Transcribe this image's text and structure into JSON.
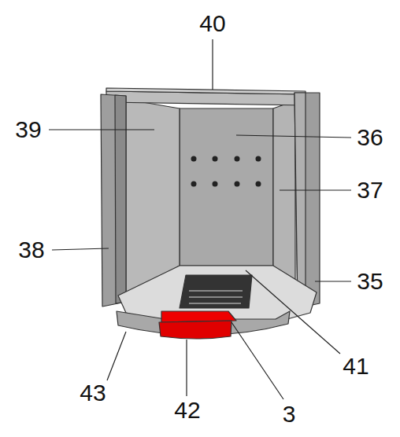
{
  "diagram": {
    "labels": [
      "40",
      "39",
      "36",
      "37",
      "38",
      "35",
      "43",
      "42",
      "3",
      "41"
    ]
  }
}
